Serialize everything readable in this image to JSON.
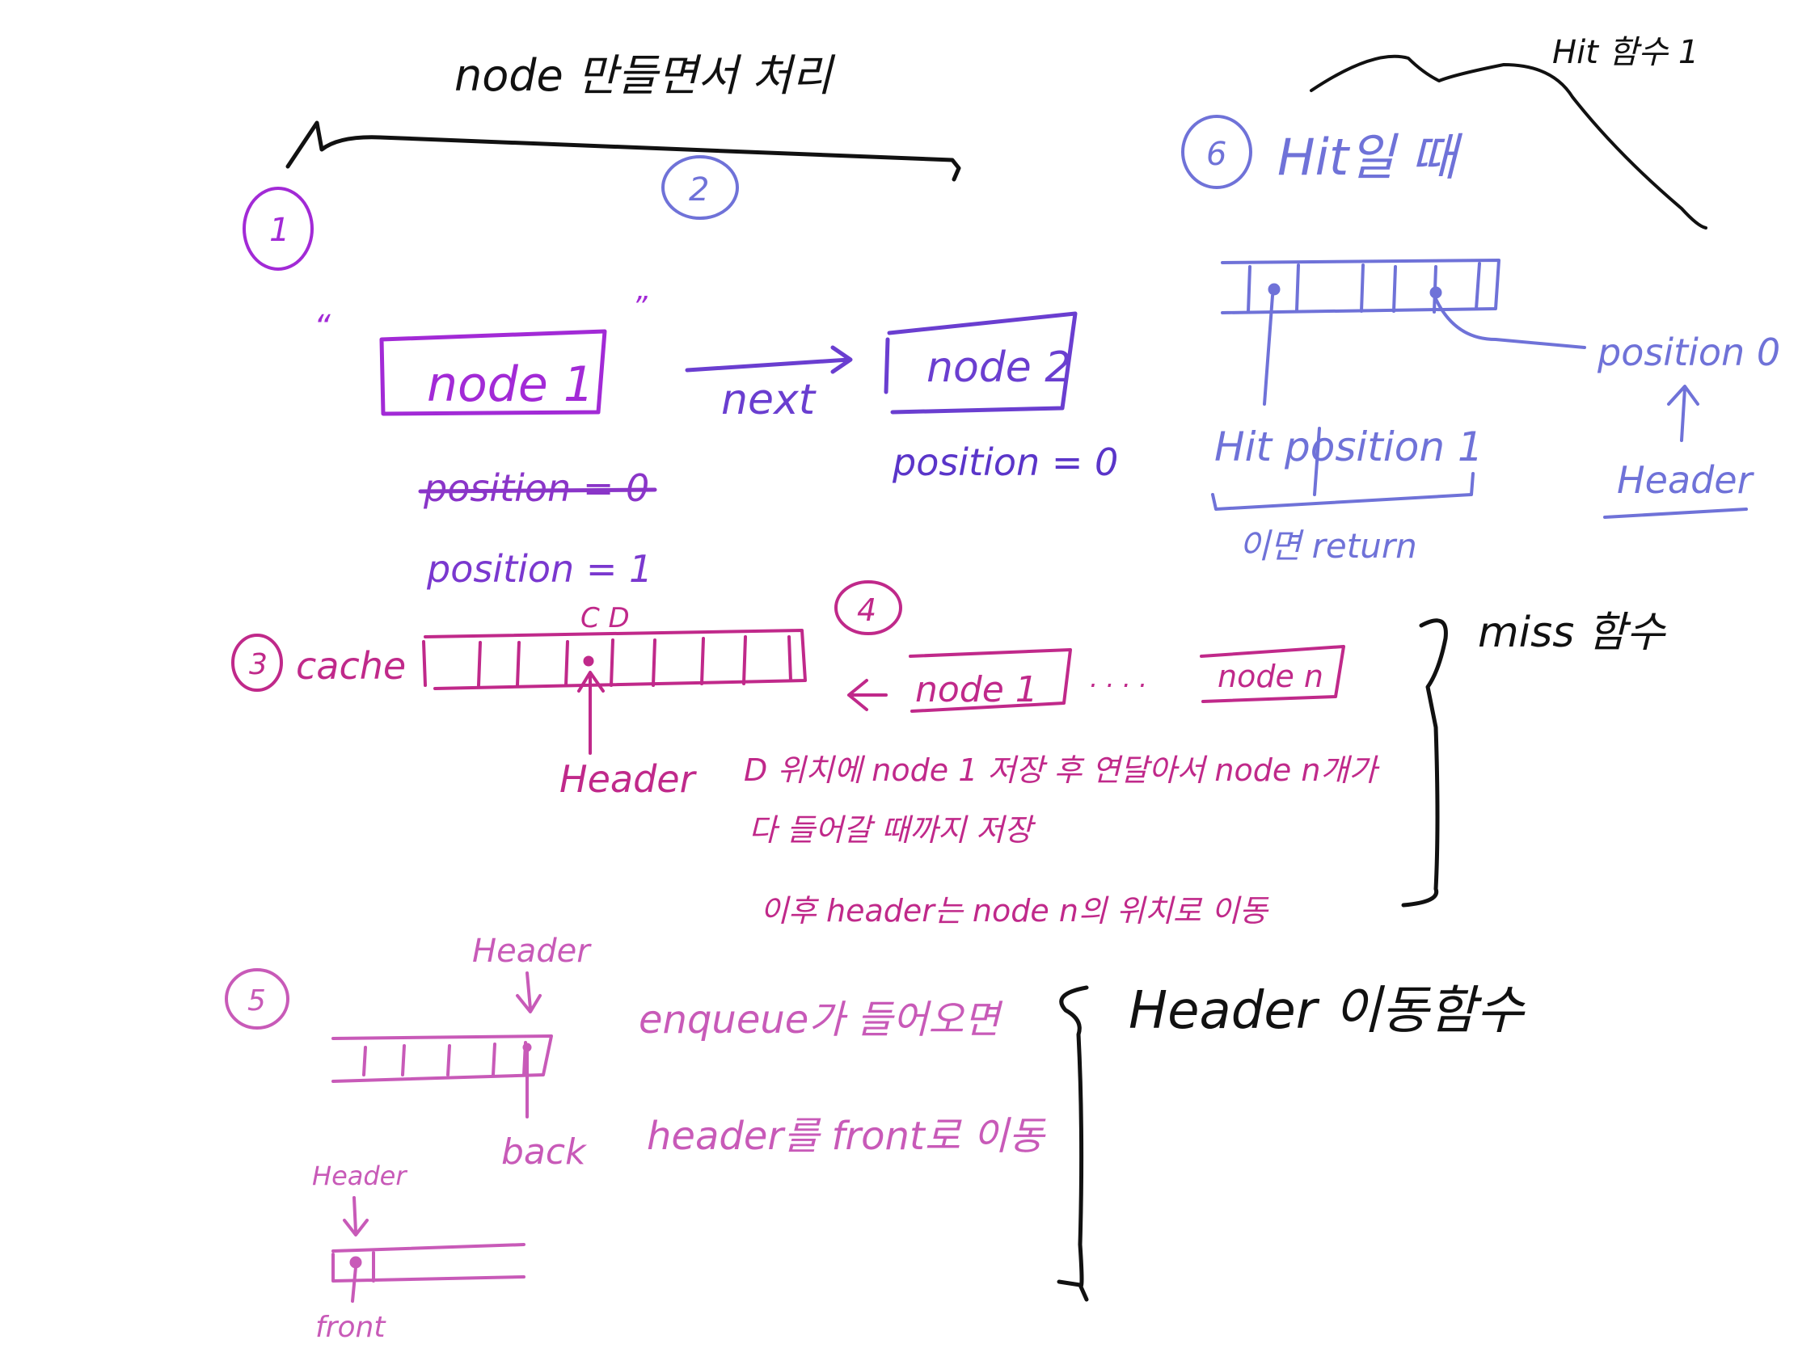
{
  "colors": {
    "ink": "#111111",
    "violet": "#5a35c9",
    "periwinkle": "#6f72d8",
    "purple": "#a22ad6",
    "magenta": "#c0298a",
    "pink": "#c85ab8"
  },
  "header": {
    "title": "node 만들면서 처리",
    "corner_note": "Hit 함수 1"
  },
  "step1": {
    "marker": "1",
    "quote_left": "“",
    "quote_right": "”",
    "node_label": "node 1",
    "old_position": "position = 0",
    "new_position": "position = 1"
  },
  "step2": {
    "marker": "2",
    "link_label": "next",
    "node_label": "node 2",
    "position": "position = 0"
  },
  "step3": {
    "marker": "3",
    "cache_label": "cache",
    "slot_letters": "C  D",
    "pointer_label": "Header"
  },
  "step4": {
    "marker": "4",
    "first_node": "node 1",
    "ellipsis": ". . . .",
    "last_node": "node n",
    "note_line1": "D 위치에  node 1  저장 후  연달아서  node  n개가",
    "note_line2": "다  들어갈  때까지  저장",
    "note_line3": "이후  header는  node  n의  위치로  이동",
    "brace_label": "miss 함수"
  },
  "step5": {
    "marker": "5",
    "top_pointer": "Header",
    "back_label": "back",
    "enqueue_note": "enqueue가  들어오면",
    "move_note": "header를   front로  이동",
    "small_pointer": "Header",
    "front_label": "front",
    "brace_label": "Header 이동함수"
  },
  "step6": {
    "marker": "6",
    "title": "Hit일 때",
    "right_pointer": "position 0",
    "right_header": "Header",
    "hit_label": "Hit  position 1",
    "return_label": "이면  return"
  }
}
